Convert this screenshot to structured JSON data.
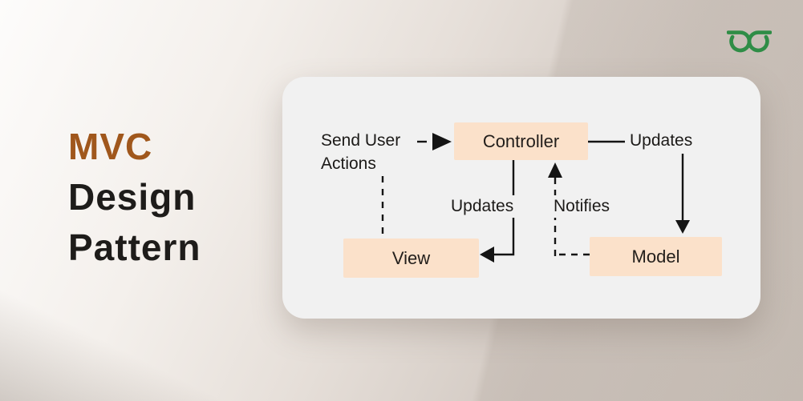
{
  "title": {
    "line1_accent": "MVC",
    "line2": "Design",
    "line3": "Pattern",
    "accent_color": "#a0571c",
    "text_color": "#1e1c1a"
  },
  "logo": {
    "name": "geeksforgeeks-logo",
    "color": "#2f8d46"
  },
  "diagram": {
    "card_bg": "#f1f1f1",
    "node_bg": "#fbe1ca",
    "line_color": "#141414",
    "nodes": [
      {
        "id": "controller",
        "label": "Controller"
      },
      {
        "id": "view",
        "label": "View"
      },
      {
        "id": "model",
        "label": "Model"
      }
    ],
    "labels": {
      "send_user_actions": "Send User Actions",
      "updates_view": "Updates",
      "notifies": "Notifies",
      "updates_model": "Updates"
    },
    "edges": [
      {
        "from": "user",
        "to": "controller",
        "label": "Send User Actions",
        "style": "dashed-arrow"
      },
      {
        "from": "send-user-actions",
        "to": "view",
        "label": "",
        "style": "dashed-line"
      },
      {
        "from": "controller",
        "to": "view",
        "label": "Updates",
        "style": "solid-arrow"
      },
      {
        "from": "model",
        "to": "controller",
        "label": "Notifies",
        "style": "dashed-arrow"
      },
      {
        "from": "controller",
        "to": "model",
        "label": "Updates",
        "style": "solid-arrow"
      }
    ]
  }
}
